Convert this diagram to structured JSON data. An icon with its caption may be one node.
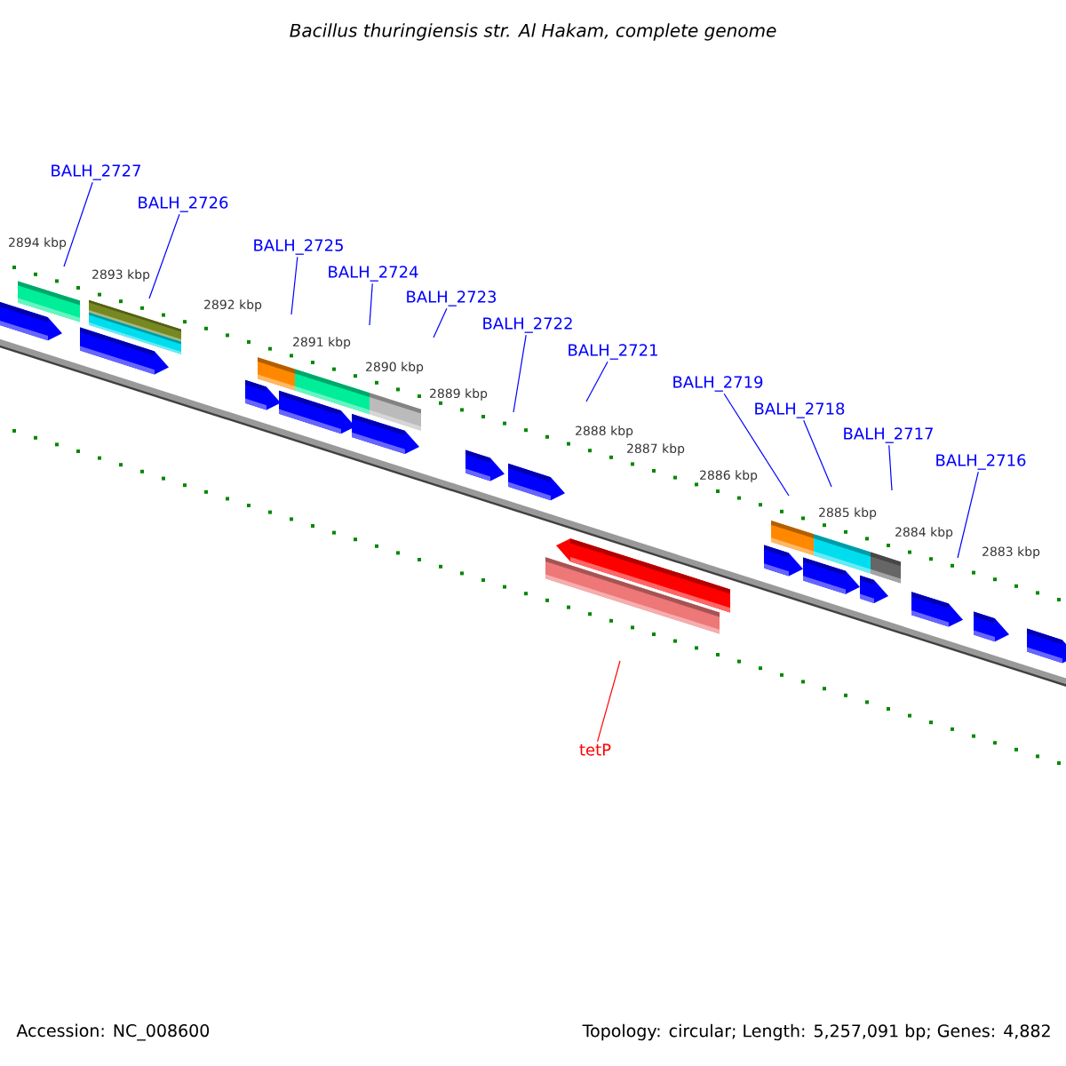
{
  "diagram": {
    "title": "Bacillus thuringiensis str. Al Hakam, complete genome",
    "nodes": [
      {
        "text": [
          "BALH_2727"
        ]
      },
      {
        "text": [
          "BALH_2726"
        ]
      },
      {
        "text": [
          "BALH_2725"
        ]
      },
      {
        "text": [
          "BALH_2724"
        ]
      },
      {
        "text": [
          "BALH_2723"
        ]
      },
      {
        "text": [
          "BALH_2722"
        ]
      },
      {
        "text": [
          "BALH_2721"
        ]
      },
      {
        "text": [
          "BALH_2719"
        ]
      },
      {
        "text": [
          "BALH_2718"
        ]
      },
      {
        "text": [
          "BALH_2717"
        ]
      },
      {
        "text": [
          "BALH_2716"
        ]
      },
      {
        "text": [
          "tetP"
        ]
      }
    ],
    "edges": [
      {
        "from": 0,
        "to": null,
        "arrow": "none"
      },
      {
        "from": 1,
        "to": null,
        "arrow": "none"
      },
      {
        "from": 2,
        "to": null,
        "arrow": "none"
      },
      {
        "from": 3,
        "to": null,
        "arrow": "none"
      },
      {
        "from": 4,
        "to": null,
        "arrow": "none"
      },
      {
        "from": 5,
        "to": null,
        "arrow": "none"
      },
      {
        "from": 6,
        "to": null,
        "arrow": "none"
      },
      {
        "from": 7,
        "to": null,
        "arrow": "none"
      },
      {
        "from": 8,
        "to": null,
        "arrow": "none"
      },
      {
        "from": 9,
        "to": null,
        "arrow": "none"
      },
      {
        "from": 10,
        "to": null,
        "arrow": "none"
      },
      {
        "from": 11,
        "to": null,
        "arrow": "none",
        "color": "#ff0000"
      }
    ],
    "labels": [
      "2894 kbp",
      "2893 kbp",
      "2892 kbp",
      "2891 kbp",
      "2890 kbp",
      "2889 kbp",
      "2888 kbp",
      "2887 kbp",
      "2886 kbp",
      "2885 kbp",
      "2884 kbp",
      "2883 kbp",
      "Accession: NC_008600",
      "Topology: circular; Length: 5,257,091 bp; Genes: 4,882"
    ]
  }
}
